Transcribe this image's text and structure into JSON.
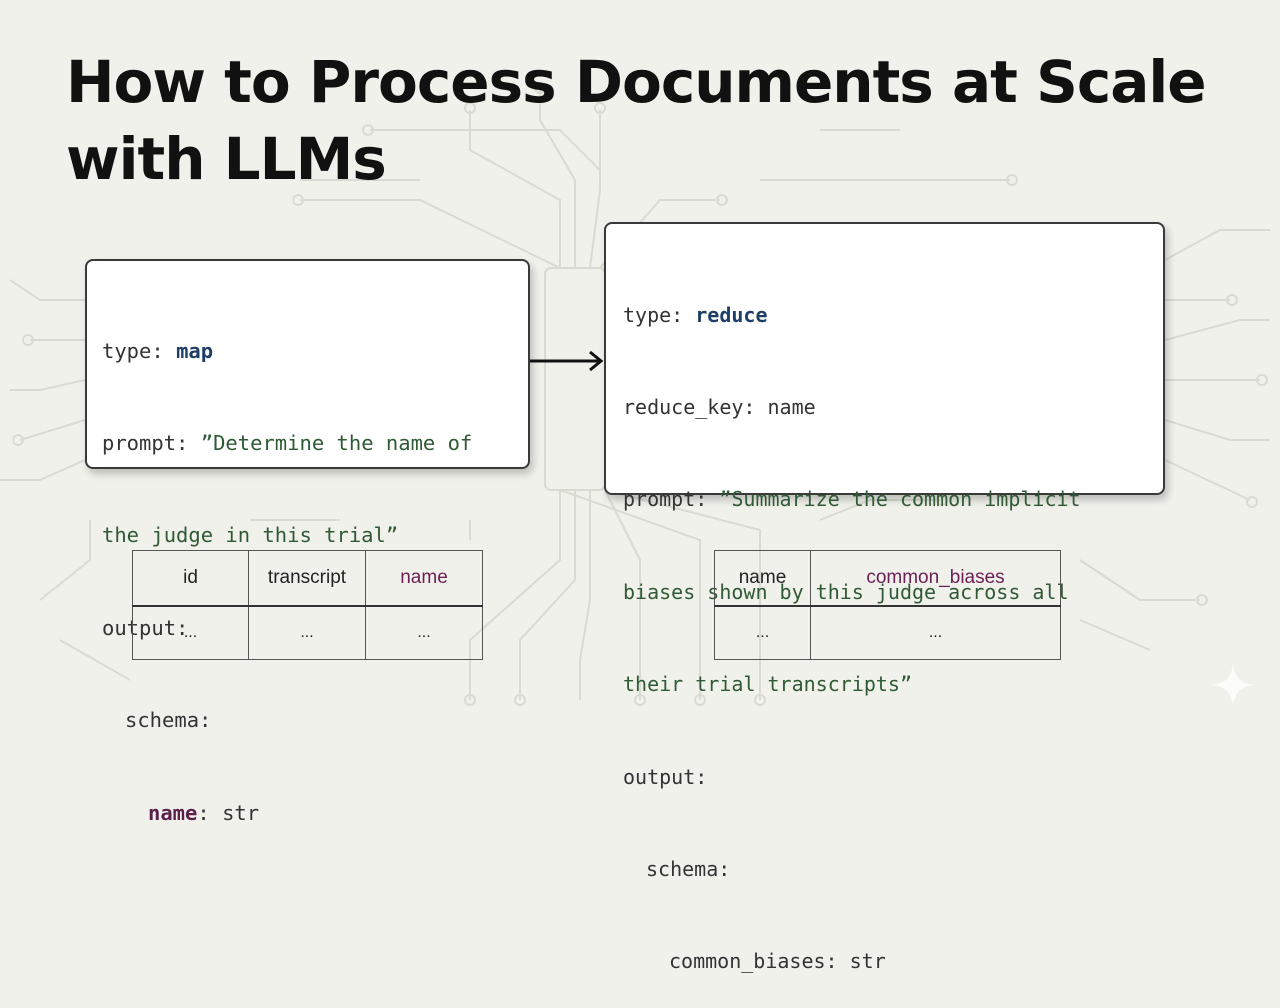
{
  "title_line1": "How to Process Documents at Scale",
  "title_line2": "with LLMs",
  "map_op": {
    "type_key": "type:",
    "type_val": "map",
    "prompt_key": "prompt:",
    "prompt_line1": "”Determine the name of",
    "prompt_line2": "the judge in this trial”",
    "output_key": "output:",
    "schema_key": "schema:",
    "field_name": "name",
    "field_sep": ":",
    "field_type": "str"
  },
  "reduce_op": {
    "type_key": "type:",
    "type_val": "reduce",
    "reduce_key_key": "reduce_key:",
    "reduce_key_val": "name",
    "prompt_key": "prompt:",
    "prompt_line1": "”Summarize the common implicit",
    "prompt_line2": "biases shown by this judge across all",
    "prompt_line3": "their trial transcripts”",
    "output_key": "output:",
    "schema_key": "schema:",
    "field_name": "common_biases",
    "field_sep": ":",
    "field_type": "str"
  },
  "input_table": {
    "headers": [
      "id",
      "transcript",
      "name"
    ],
    "row": [
      "...",
      "...",
      "..."
    ]
  },
  "output_table": {
    "headers": [
      "name",
      "common_biases"
    ],
    "row": [
      "...",
      "..."
    ]
  },
  "colors": {
    "background": "#f1f1ec",
    "keyword": "#1e3f66",
    "string": "#2f5a35",
    "field": "#5a1f4a",
    "header_highlight": "#6b1f55"
  },
  "icons": {
    "arrow": "right-arrow-icon",
    "sparkle": "sparkle-icon"
  }
}
